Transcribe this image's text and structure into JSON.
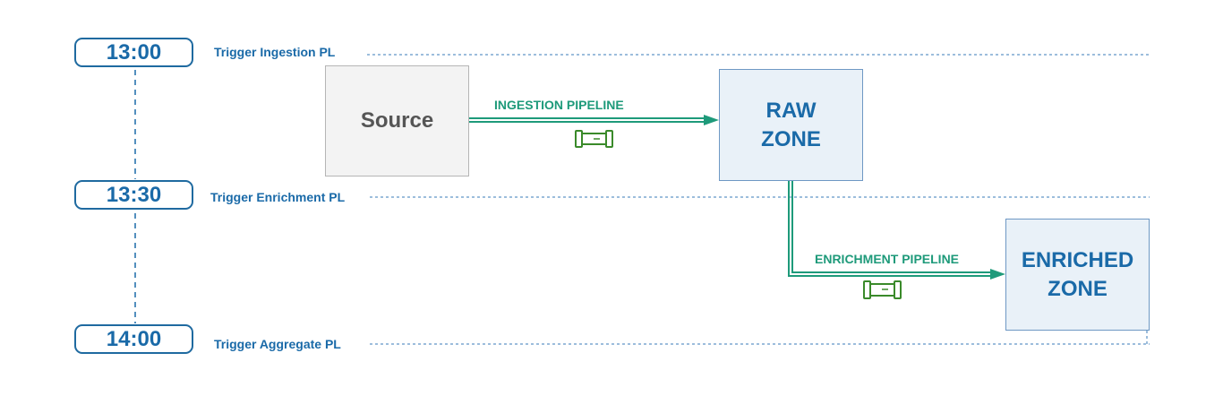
{
  "timeline": {
    "times": [
      "13:00",
      "13:30",
      "14:00"
    ],
    "triggers": [
      "Trigger Ingestion PL",
      "Trigger Enrichment PL",
      "Trigger Aggregate PL"
    ]
  },
  "nodes": {
    "source": "Source",
    "raw_zone": "RAW\nZONE",
    "enriched_zone": "ENRICHED\nZONE"
  },
  "pipelines": {
    "ingestion": "INGESTION PIPELINE",
    "enrichment": "ENRICHMENT PIPELINE"
  },
  "colors": {
    "timeline": "#1a6aa8",
    "pipeline": "#1e9a7a",
    "pipe_icon": "#3a8a2a"
  },
  "icons": {
    "pipeline": "pipeline-icon"
  }
}
